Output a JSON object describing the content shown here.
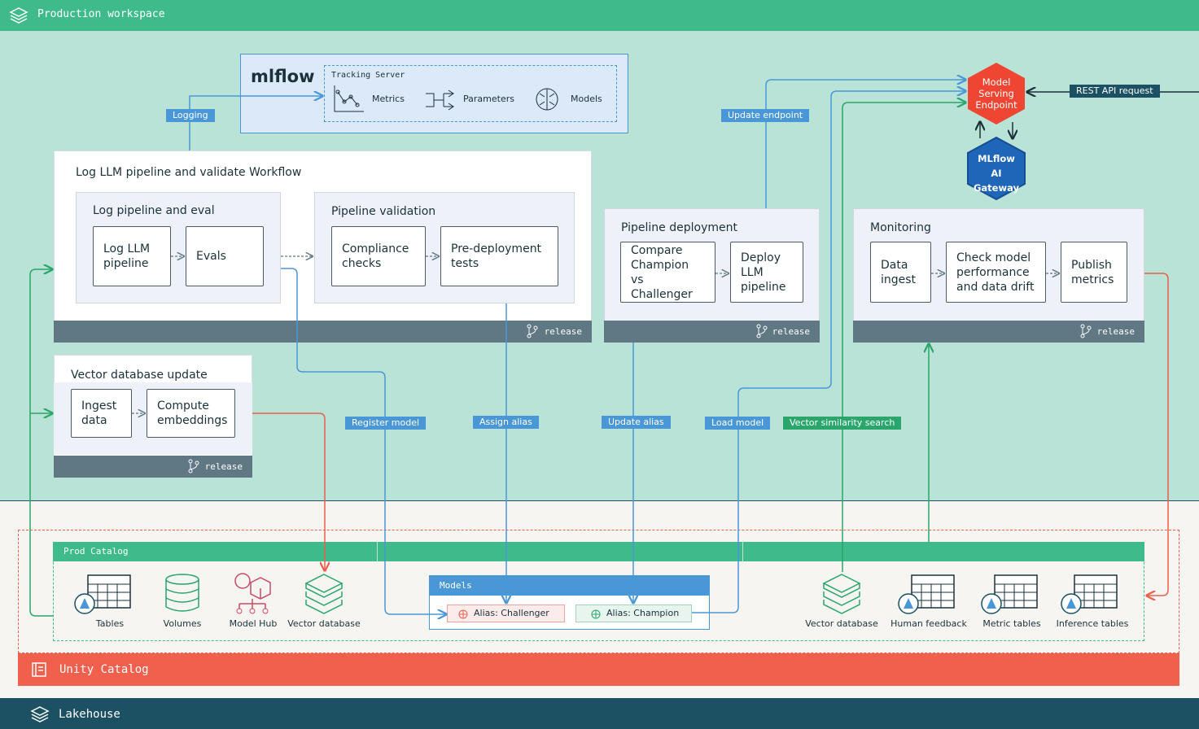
{
  "workspace": {
    "title": "Production workspace"
  },
  "lakehouse": {
    "title": "Lakehouse"
  },
  "mlflow": {
    "logo": "mlflow",
    "tracking_title": "Tracking Server",
    "items": [
      "Metrics",
      "Parameters",
      "Models"
    ]
  },
  "tags": {
    "logging": "Logging",
    "update_endpoint": "Update endpoint",
    "rest_api": "REST API request",
    "register_model": "Register model",
    "assign_alias": "Assign alias",
    "update_alias": "Update alias",
    "load_model": "Load model",
    "vector_search": "Vector similarity search"
  },
  "endpoint": {
    "serving": "Model Serving Endpoint",
    "gateway": "MLflow AI Gateway"
  },
  "workflow": {
    "title": "Log LLM pipeline and validate Workflow",
    "log_eval": {
      "title": "Log pipeline and eval",
      "boxes": [
        "Log LLM pipeline",
        "Evals"
      ]
    },
    "validation": {
      "title": "Pipeline validation",
      "boxes": [
        "Compliance checks",
        "Pre-deployment tests"
      ]
    },
    "release": "release"
  },
  "vector_update": {
    "title": "Vector database update",
    "boxes": [
      "Ingest data",
      "Compute embeddings"
    ],
    "release": "release"
  },
  "deployment": {
    "title": "Pipeline deployment",
    "boxes": [
      "Compare Champion vs Challenger",
      "Deploy LLM pipeline"
    ],
    "release": "release"
  },
  "monitoring": {
    "title": "Monitoring",
    "boxes": [
      "Data ingest",
      "Check model performance and data drift",
      "Publish metrics"
    ],
    "release": "release"
  },
  "prod_catalog": {
    "title": "Prod Catalog",
    "left_items": [
      "Tables",
      "Volumes",
      "Model Hub",
      "Vector database"
    ],
    "right_items": [
      "Vector database",
      "Human feedback",
      "Metric tables",
      "Inference tables"
    ],
    "models": {
      "title": "Models",
      "challenger": "Alias: Challenger",
      "champion": "Alias: Champion"
    }
  },
  "unity_catalog": {
    "title": "Unity Catalog"
  },
  "colors": {
    "green": "#3fbb8b",
    "dark_teal": "#1b5162",
    "blue": "#4a97d8",
    "red": "#f0604c",
    "mint": "#b9e3d6"
  }
}
